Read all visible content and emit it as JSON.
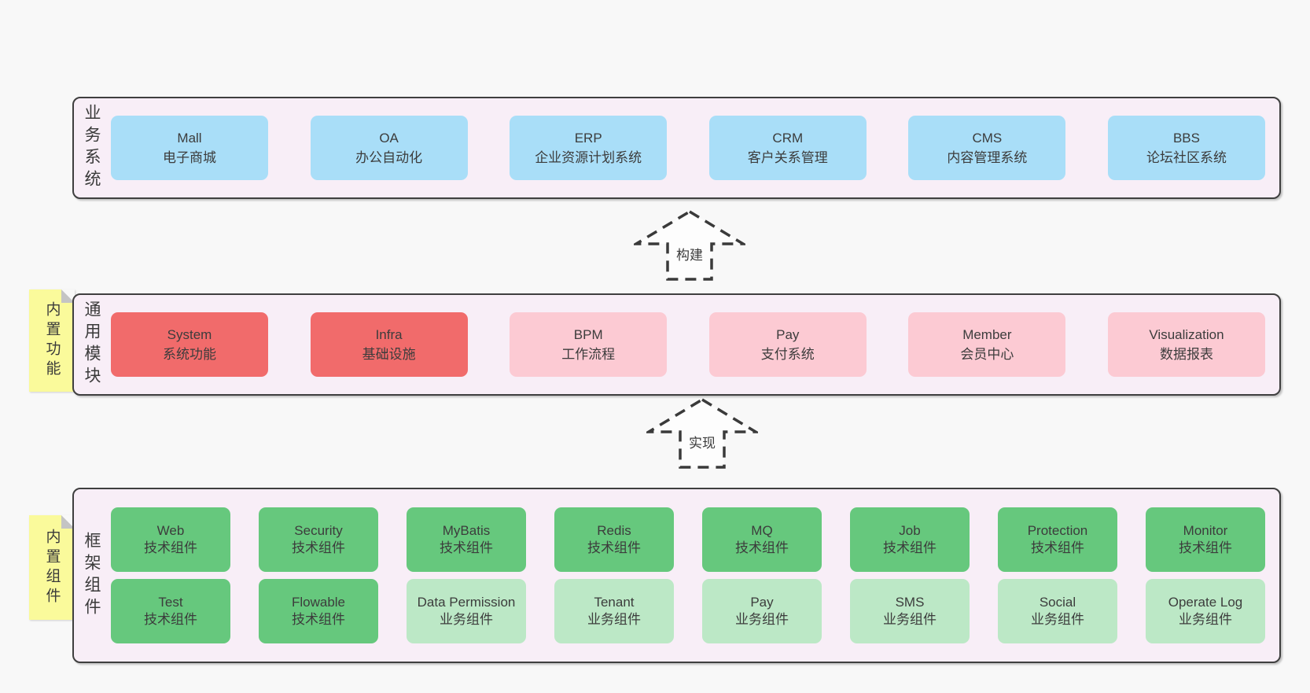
{
  "palette": {
    "page_bg": "#f8f8f8",
    "band_bg": "#f8eef7",
    "band_border": "#3f3f3f",
    "text": "#3c3c3c",
    "blue_box": "#a9def8",
    "red_box": "#f16b6b",
    "pink_box": "#fccad3",
    "green_dark_box": "#66c87d",
    "green_light_box": "#bce8c6",
    "sticky_yellow": "#fafa9b",
    "sticky_fold": "#c4c4c4"
  },
  "arrows": [
    {
      "label": "构建"
    },
    {
      "label": "实现"
    }
  ],
  "stickies": [
    {
      "label": "内置功能"
    },
    {
      "label": "内置组件"
    }
  ],
  "bands": [
    {
      "label": "业务系统",
      "boxes": [
        {
          "name": "Mall",
          "desc": "电子商城"
        },
        {
          "name": "OA",
          "desc": "办公自动化"
        },
        {
          "name": "ERP",
          "desc": "企业资源计划系统"
        },
        {
          "name": "CRM",
          "desc": "客户关系管理"
        },
        {
          "name": "CMS",
          "desc": "内容管理系统"
        },
        {
          "name": "BBS",
          "desc": "论坛社区系统"
        }
      ]
    },
    {
      "label": "通用模块",
      "boxes": [
        {
          "name": "System",
          "desc": "系统功能"
        },
        {
          "name": "Infra",
          "desc": "基础设施"
        },
        {
          "name": "BPM",
          "desc": "工作流程"
        },
        {
          "name": "Pay",
          "desc": "支付系统"
        },
        {
          "name": "Member",
          "desc": "会员中心"
        },
        {
          "name": "Visualization",
          "desc": "数据报表"
        }
      ]
    },
    {
      "label": "框架组件",
      "rows": [
        [
          {
            "name": "Web",
            "desc": "技术组件"
          },
          {
            "name": "Security",
            "desc": "技术组件"
          },
          {
            "name": "MyBatis",
            "desc": "技术组件"
          },
          {
            "name": "Redis",
            "desc": "技术组件"
          },
          {
            "name": "MQ",
            "desc": "技术组件"
          },
          {
            "name": "Job",
            "desc": "技术组件"
          },
          {
            "name": "Protection",
            "desc": "技术组件"
          },
          {
            "name": "Monitor",
            "desc": "技术组件"
          }
        ],
        [
          {
            "name": "Test",
            "desc": "技术组件"
          },
          {
            "name": "Flowable",
            "desc": "技术组件"
          },
          {
            "name": "Data Permission",
            "desc": "业务组件"
          },
          {
            "name": "Tenant",
            "desc": "业务组件"
          },
          {
            "name": "Pay",
            "desc": "业务组件"
          },
          {
            "name": "SMS",
            "desc": "业务组件"
          },
          {
            "name": "Social",
            "desc": "业务组件"
          },
          {
            "name": "Operate Log",
            "desc": "业务组件"
          }
        ]
      ]
    }
  ]
}
